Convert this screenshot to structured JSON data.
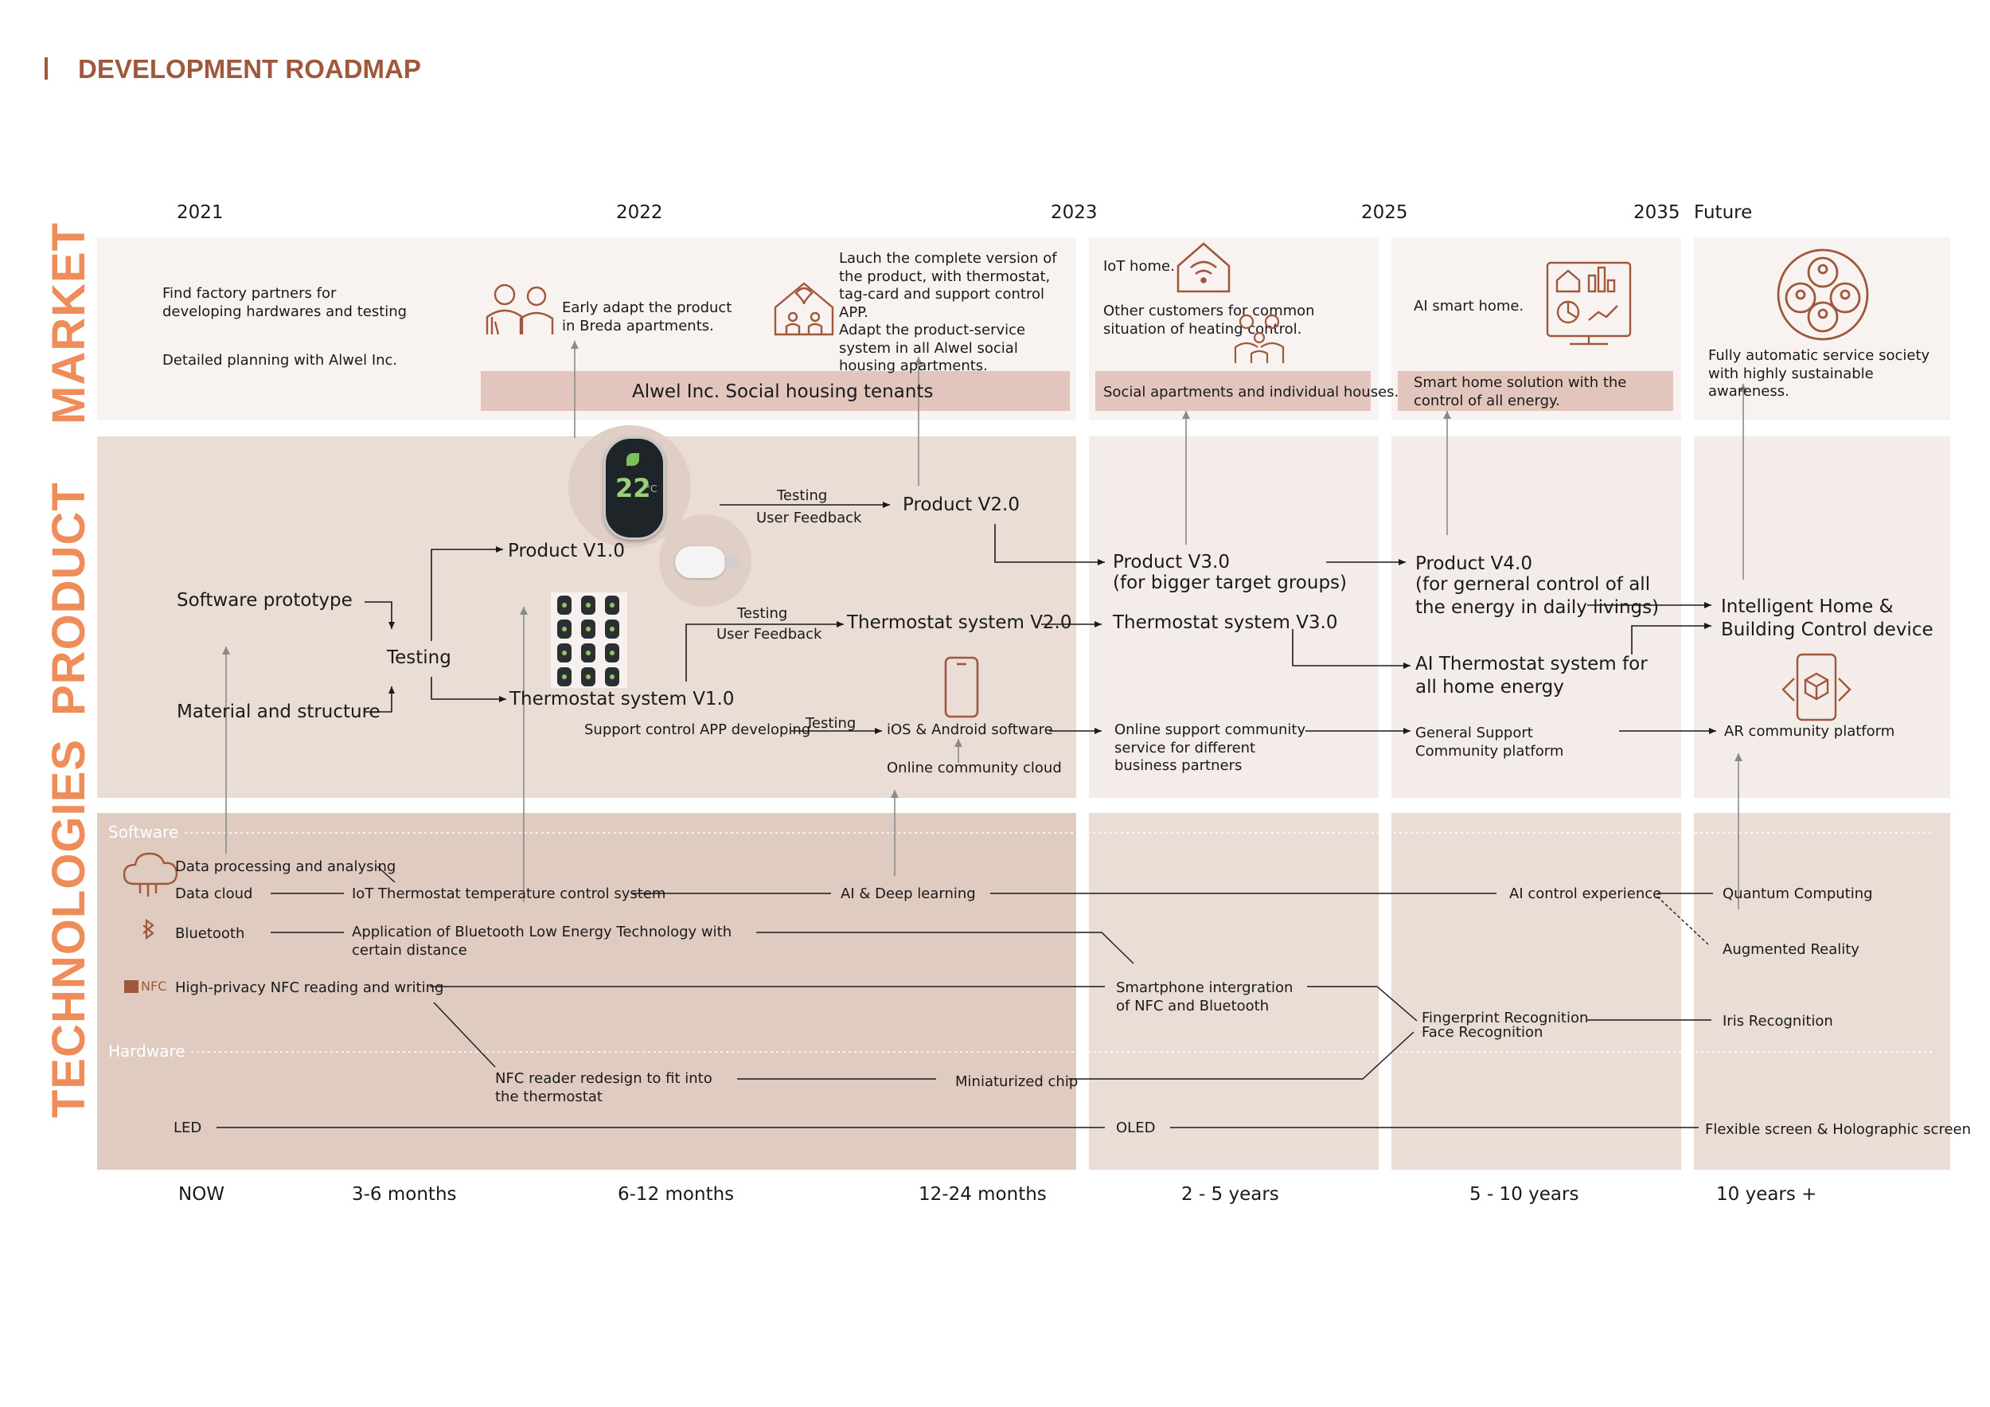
{
  "title": "DEVELOPMENT ROADMAP",
  "colors": {
    "accent": "#a0583c",
    "side": "#ee8c5a",
    "market_bg": "#f8f3f1",
    "product_bg": "#e9ddd6",
    "tech_bg": "#dfcbc0",
    "highlight": "#e2c6be"
  },
  "years": [
    "2021",
    "2022",
    "2023",
    "2025",
    "2035",
    "Future"
  ],
  "horizons": [
    "NOW",
    "3-6 months",
    "6-12 months",
    "12-24 months",
    "2 - 5 years",
    "5 - 10 years",
    "10 years +"
  ],
  "sections": {
    "market": "MARKET",
    "product": "PRODUCT",
    "technologies": "TECHNOLOGIES"
  },
  "market": {
    "find_partners": "Find factory partners for developing hardwares and testing",
    "detailed_planning": "Detailed planning with Alwel Inc.",
    "early_adapt": "Early adapt the product in Breda apartments.",
    "launch_complete": "Lauch the complete version of the product, with thermostat, tag-card and support control APP.",
    "adapt_service": "Adapt the product-service system in all Alwel social housing apartments.",
    "alwel_tenants": "Alwel Inc. Social housing tenants",
    "iot_home": "IoT home.",
    "other_customers": "Other customers for common situation of heating control.",
    "social_apartments": "Social apartments and individual houses.",
    "ai_smart_home": "AI smart home.",
    "smart_home_solution": "Smart home solution with the control of all energy.",
    "fully_automatic": "Fully automatic service society with highly sustainable awareness."
  },
  "product": {
    "software_prototype": "Software prototype",
    "material_structure": "Material and structure",
    "testing": "Testing",
    "product_v1": "Product V1.0",
    "thermostat_v1": "Thermostat system V1.0",
    "testing_small": "Testing",
    "user_feedback": "User Feedback",
    "product_v2": "Product V2.0",
    "thermostat_v2": "Thermostat system V2.0",
    "support_app": "Support control APP developing",
    "ios_android": "iOS & Android software",
    "online_cloud": "Online community cloud",
    "device_temp": "22",
    "device_unit": "°C",
    "product_v3": "Product V3.0",
    "product_v3_sub": "(for bigger target groups)",
    "thermostat_v3": "Thermostat system V3.0",
    "online_support": "Online support community service for different business partners",
    "product_v4": "Product V4.0",
    "product_v4_sub": "(for gerneral control of all the energy in daily livings)",
    "ai_thermostat": "AI Thermostat system for all home energy",
    "general_support": "General Support Community platform",
    "intelligent_home": "Intelligent Home & Building Control device",
    "ar_platform": "AR community platform"
  },
  "tech": {
    "software_label": "Software",
    "hardware_label": "Hardware",
    "data_processing": "Data processing and analysing",
    "data_cloud": "Data cloud",
    "iot_thermostat": "IoT Thermostat temperature control system",
    "ai_deep": "AI & Deep learning",
    "ai_control": "AI control experience",
    "quantum": "Quantum Computing",
    "augmented": "Augmented Reality",
    "bluetooth": "Bluetooth",
    "ble_app": "Application of Bluetooth Low Energy Technology with certain distance",
    "nfc_logo": "NFC",
    "nfc_high": "High-privacy NFC reading and writing",
    "smartphone_integration": "Smartphone intergration of NFC and Bluetooth",
    "fingerprint": "Fingerprint Recognition",
    "face": "Face Recognition",
    "iris": "Iris Recognition",
    "nfc_reader": "NFC reader redesign to fit into the thermostat",
    "mini_chip": "Miniaturized chip",
    "led": "LED",
    "oled": "OLED",
    "flexible": "Flexible screen & Holographic screen"
  }
}
